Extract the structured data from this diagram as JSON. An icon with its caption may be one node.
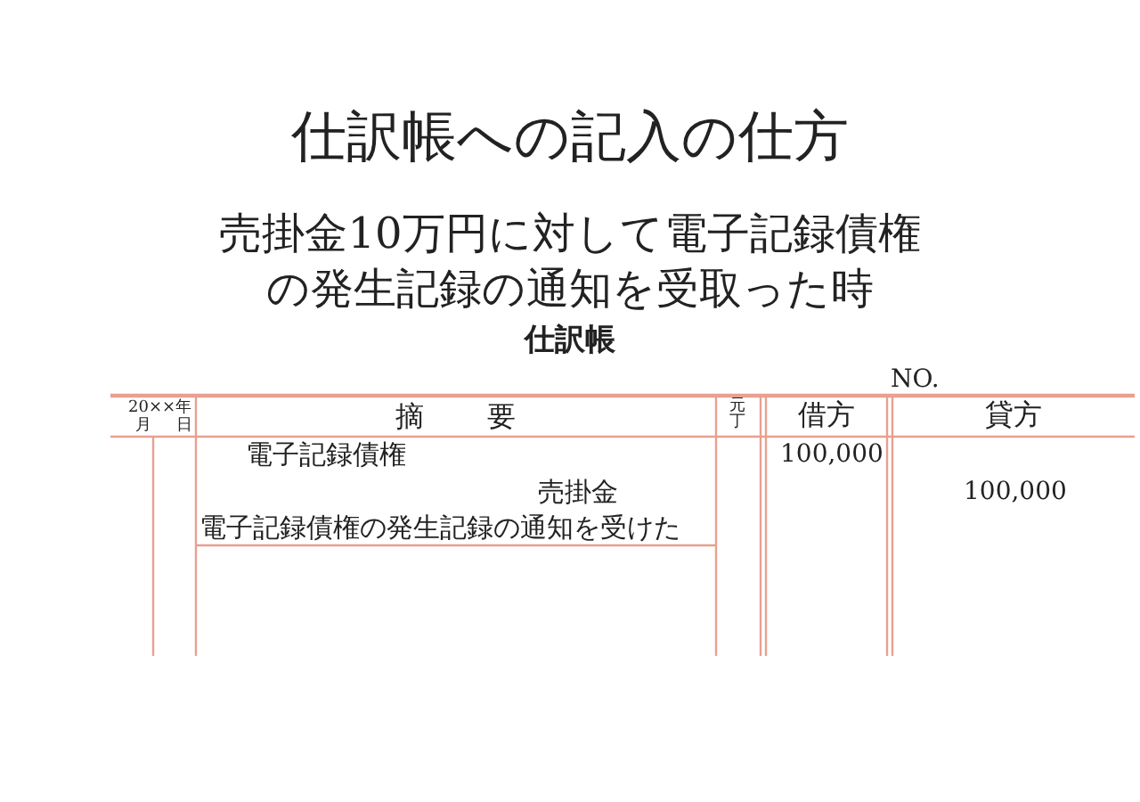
{
  "diagram": {
    "title": "仕訳帳への記入の仕方",
    "labels": [
      "売掛金10万円に対して電子記録債権の発生記録の通知を受取った時",
      "仕訳帳",
      "NO.",
      "20××年",
      "月",
      "日",
      "摘要",
      "元丁",
      "借方",
      "貸方",
      "電子記録債権",
      "100,000",
      "売掛金",
      "100,000",
      "電子記録債権の発生記録の通知を受けた"
    ]
  }
}
